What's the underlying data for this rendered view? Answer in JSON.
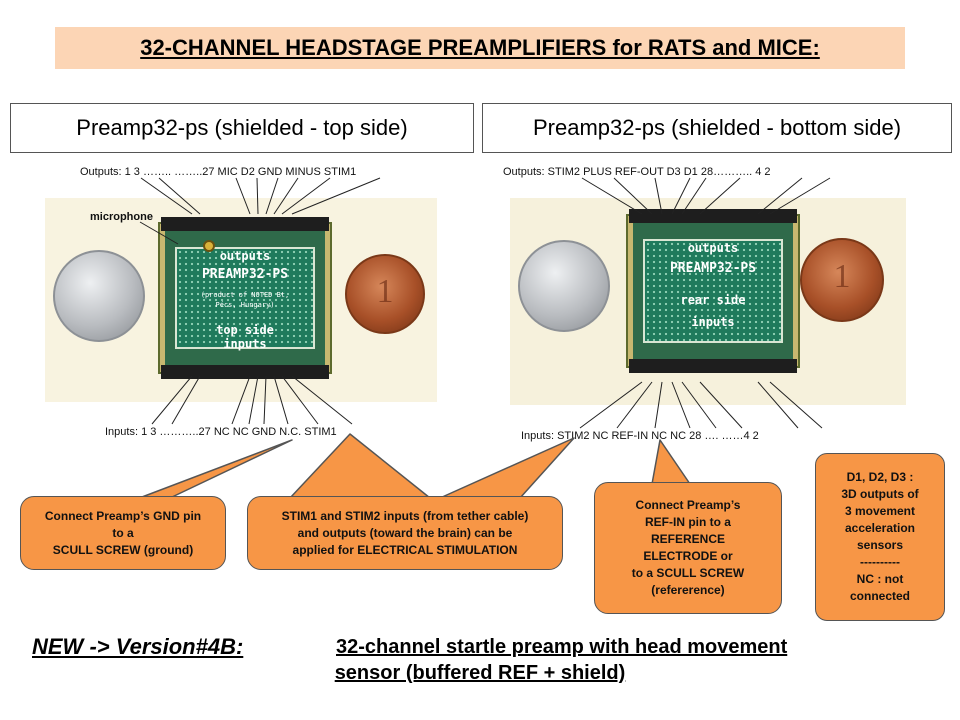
{
  "title": "32-CHANNEL HEADSTAGE PREAMPLIFIERS for RATS and MICE:",
  "panels": {
    "left": {
      "label": "Preamp32-ps (shielded - top side)",
      "outputs_row": "Outputs:   1     3 ……..  ……..27  MIC  D2  GND  MINUS  STIM1",
      "inputs_row": "Inputs:   1     3 ………..27  NC  NC  GND  N.C.  STIM1",
      "microphone_label": "microphone",
      "board_text": {
        "outputs": "outputs",
        "name": "PREAMP32-PS",
        "credit1": "(product of NOTED Bt,",
        "credit2": "Pécs, Hungary)",
        "side": "top side",
        "inputs": "inputs"
      }
    },
    "right": {
      "label": "Preamp32-ps (shielded -  bottom side)",
      "outputs_row": "Outputs:  STIM2  PLUS  REF-OUT  D3  D1   28………..    4       2",
      "inputs_row": "Inputs:   STIM2   NC   REF-IN   NC   NC    28  …. ……4      2",
      "board_text": {
        "outputs": "outputs",
        "name": "PREAMP32-PS",
        "side": "rear side",
        "inputs": "inputs"
      }
    }
  },
  "callouts": {
    "gnd": "Connect Preamp’s GND pin\nto a\nSCULL SCREW (ground)",
    "stim": "STIM1 and STIM2 inputs (from tether cable)\nand outputs (toward the brain) can be\napplied for ELECTRICAL STIMULATION",
    "ref": "Connect Preamp’s\nREF-IN pin to a\nREFERENCE\nELECTRODE or\nto a SCULL SCREW\n(refererence)",
    "sensors": "D1, D2, D3 :\n3D outputs of\n3 movement\nacceleration\nsensors\n----------\nNC : not\nconnected"
  },
  "footer": {
    "lead": "NEW -> Version#4B:",
    "line1": "32-channel startle preamp  with head movement",
    "line2": "sensor (buffered REF + shield) "
  },
  "colors": {
    "title_bg": "#fcd5b5",
    "callout_bg": "#f79646",
    "pcb_green": "#1f7a5c"
  }
}
